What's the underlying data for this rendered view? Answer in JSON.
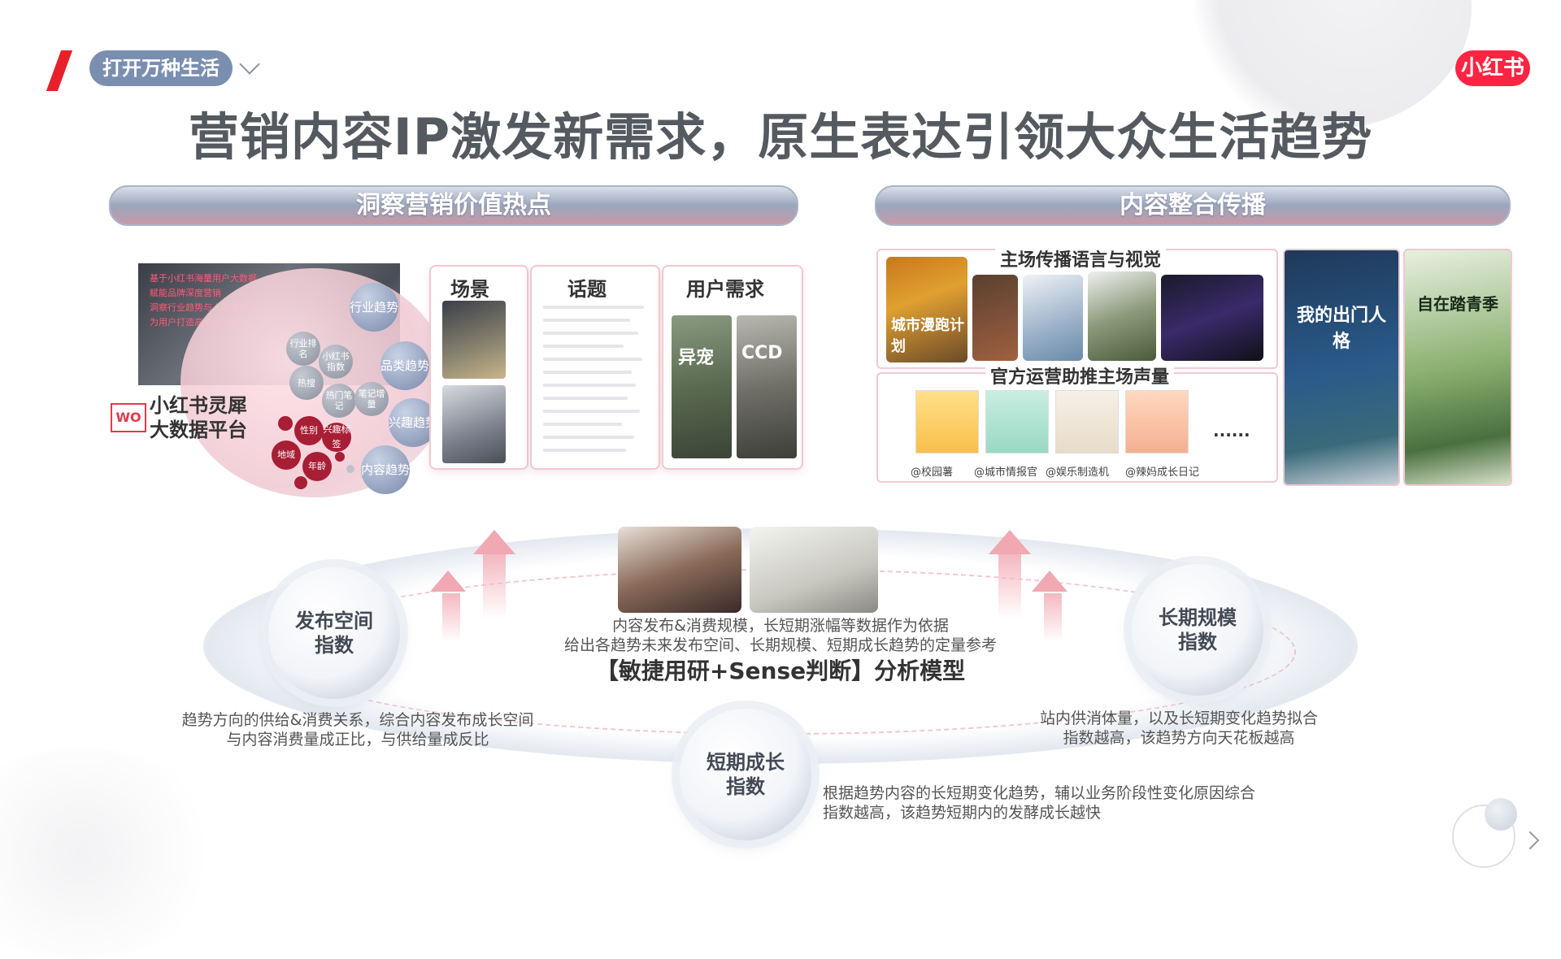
{
  "header": {
    "brand_tag": "打开万种生活",
    "logo_text": "小红书",
    "title": "营销内容IP激发新需求，原生表达引领大众生活趋势"
  },
  "left_section": {
    "bar_label": "洞察营销价值热点",
    "photo_lines": [
      "基于小红书海量用户大数据",
      "赋能品牌深度营销",
      "洞察行业趋势与人群偏好",
      "为用户打造高价值内容"
    ],
    "bubbles_blue": [
      "行业趋势",
      "品类趋势",
      "兴趣趋势",
      "内容趋势"
    ],
    "bubbles_grey": [
      "行业排名",
      "小红书指数",
      "热搜",
      "热门笔记",
      "笔记增量"
    ],
    "bubbles_red": [
      "性别",
      "兴趣标签",
      "地域",
      "年龄"
    ],
    "platform_line1": "小红书灵犀",
    "platform_line2": "大数据平台",
    "platform_icon": "WO",
    "cards": [
      {
        "title": "场景"
      },
      {
        "title": "话题"
      },
      {
        "title": "用户需求",
        "thumb1": "异宠",
        "thumb2": "CCD"
      }
    ]
  },
  "right_section": {
    "bar_label": "内容整合传播",
    "lang_title": "主场传播语言与视觉",
    "thumb_text": "城市漫跑计划",
    "official_title": "官方运营助推主场声量",
    "ellipsis": "......",
    "handles": [
      "@校园薯",
      "@城市情报官",
      "@娱乐制造机",
      "@辣妈成长日记"
    ],
    "poster1_text": "我的出门人格",
    "poster2_text": "自在踏青季"
  },
  "model": {
    "desc_top_line1": "内容发布&消费规模，长短期涨幅等数据作为依据",
    "desc_top_line2": "给出各趋势未来发布空间、长期规模、短期成长趋势的定量参考",
    "name": "【敏捷用研+Sense判断】分析模型",
    "sphere_left": [
      "发布空间",
      "指数"
    ],
    "sphere_right": [
      "长期规模",
      "指数"
    ],
    "sphere_bottom": [
      "短期成长",
      "指数"
    ],
    "desc_left_line1": "趋势方向的供给&消费关系，综合内容发布成长空间",
    "desc_left_line2": "与内容消费量成正比，与供给量成反比",
    "desc_right_line1": "站内供消体量，以及长短期变化趋势拟合",
    "desc_right_line2": "指数越高，该趋势方向天花板越高",
    "desc_bottom_line1": "根据趋势内容的长短期变化趋势，辅以业务阶段性变化原因综合",
    "desc_bottom_line2": "指数越高，该趋势短期内的发酵成长越快"
  },
  "colors": {
    "accent_red": "#e8202a",
    "brand_red": "#ff2442",
    "pill_blue": "#7a8fb0",
    "bubble_red": "#a81e34"
  }
}
